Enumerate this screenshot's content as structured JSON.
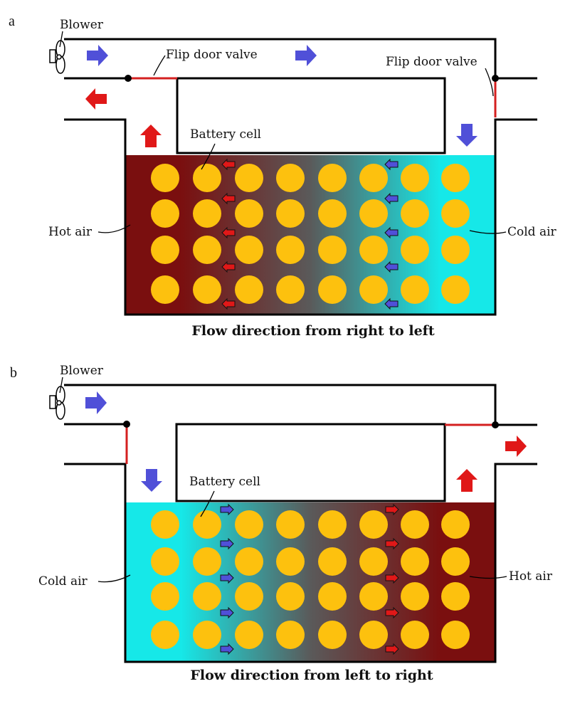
{
  "panel_a": {
    "letter": "a",
    "blower_label": "Blower",
    "left_valve_label": "Flip door valve",
    "right_valve_label": "Flip door valve",
    "battery_label": "Battery cell",
    "left_air_label": "Hot air",
    "right_air_label": "Cold air",
    "caption": "Flow direction from right to left"
  },
  "panel_b": {
    "letter": "b",
    "blower_label": "Blower",
    "battery_label": "Battery cell",
    "left_air_label": "Cold air",
    "right_air_label": "Hot air",
    "caption": "Flow direction from left to right"
  },
  "colors": {
    "hot": "#7a0f0f",
    "cold": "#16e8e8",
    "mid": "#5a5a5a",
    "cell": "#fdc10e",
    "cool_arrow": "#5050d8",
    "hot_arrow": "#e01818",
    "valve": "#d42020"
  },
  "grid": {
    "rows": 4,
    "cols": 8
  }
}
